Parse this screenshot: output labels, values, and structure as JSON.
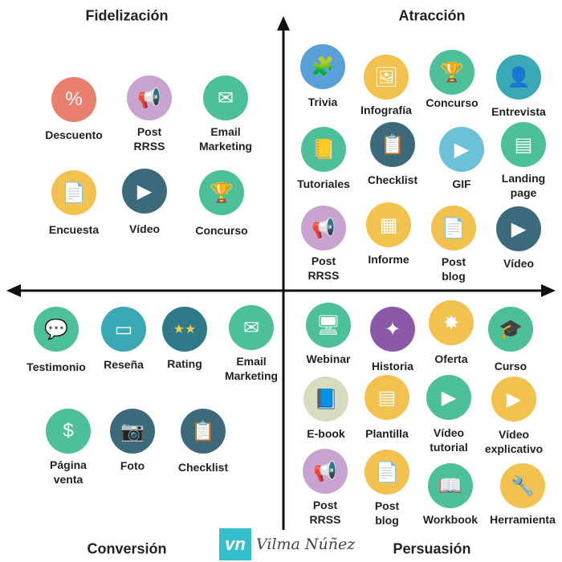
{
  "quadrants": {
    "top_left": "Fidelización",
    "top_right": "Atracción",
    "bottom_left": "Conversión",
    "bottom_right": "Persuasión"
  },
  "brand": {
    "mark": "vn",
    "name": "Vilma Núñez"
  },
  "items": [
    {
      "label": "Descuento",
      "icon": "discount-tag-icon",
      "color": "#e8806d"
    },
    {
      "label": "Post\nRRSS",
      "icon": "megaphone-icon",
      "color": "#c9a3d0"
    },
    {
      "label": "Email\nMarketing",
      "icon": "envelope-icon",
      "color": "#4dbf9a"
    },
    {
      "label": "Encuesta",
      "icon": "survey-document-icon",
      "color": "#f2c14e"
    },
    {
      "label": "Vídeo",
      "icon": "play-icon",
      "color": "#3d6a7a"
    },
    {
      "label": "Concurso",
      "icon": "trophy-icon",
      "color": "#4dbf9a"
    },
    {
      "label": "Trivia",
      "icon": "puzzle-icon",
      "color": "#5aa0d8"
    },
    {
      "label": "Infografía",
      "icon": "infographic-icon",
      "color": "#f2c14e"
    },
    {
      "label": "Concurso",
      "icon": "trophy-icon",
      "color": "#4dbf9a"
    },
    {
      "label": "Entrevista",
      "icon": "interview-icon",
      "color": "#3aa9b5"
    },
    {
      "label": "Tutoriales",
      "icon": "notebook-icon",
      "color": "#4dbf9a"
    },
    {
      "label": "Checklist",
      "icon": "clipboard-icon",
      "color": "#3d6a7a"
    },
    {
      "label": "GIF",
      "icon": "image-play-icon",
      "color": "#6cc0d8"
    },
    {
      "label": "Landing\npage",
      "icon": "landing-page-icon",
      "color": "#4dbf9a"
    },
    {
      "label": "Post\nRRSS",
      "icon": "megaphone-icon",
      "color": "#c9a3d0"
    },
    {
      "label": "Informe",
      "icon": "spreadsheet-icon",
      "color": "#f2c14e"
    },
    {
      "label": "Post\nblog",
      "icon": "blog-document-icon",
      "color": "#f2c14e"
    },
    {
      "label": "Vídeo",
      "icon": "play-icon",
      "color": "#3d6a7a"
    },
    {
      "label": "Testimonio",
      "icon": "person-speech-icon",
      "color": "#4dbf9a"
    },
    {
      "label": "Reseña",
      "icon": "review-card-icon",
      "color": "#3aa9b5"
    },
    {
      "label": "Rating",
      "icon": "stars-icon",
      "color": "#2f7a8a"
    },
    {
      "label": "Email\nMarketing",
      "icon": "envelope-icon",
      "color": "#4dbf9a"
    },
    {
      "label": "Página\nventa",
      "icon": "sales-page-icon",
      "color": "#4dbf9a"
    },
    {
      "label": "Foto",
      "icon": "camera-photo-icon",
      "color": "#3d6a7a"
    },
    {
      "label": "Checklist",
      "icon": "clipboard-icon",
      "color": "#3d6a7a"
    },
    {
      "label": "Webinar",
      "icon": "monitor-icon",
      "color": "#4dbf9a"
    },
    {
      "label": "Historia",
      "icon": "magic-wand-icon",
      "color": "#8a5aa8"
    },
    {
      "label": "Oferta",
      "icon": "offer-burst-icon",
      "color": "#f2c14e"
    },
    {
      "label": "Curso",
      "icon": "graduation-cap-icon",
      "color": "#4dbf9a"
    },
    {
      "label": "E-book",
      "icon": "ebook-icon",
      "color": "#d9dbc0"
    },
    {
      "label": "Plantilla",
      "icon": "template-icon",
      "color": "#f2c14e"
    },
    {
      "label": "Vídeo\ntutorial",
      "icon": "video-tutorial-icon",
      "color": "#4dbf9a"
    },
    {
      "label": "Vídeo\nexplicativo",
      "icon": "video-player-icon",
      "color": "#f2c14e"
    },
    {
      "label": "Post\nRRSS",
      "icon": "megaphone-icon",
      "color": "#c9a3d0"
    },
    {
      "label": "Post\nblog",
      "icon": "blog-document-icon",
      "color": "#f2c14e"
    },
    {
      "label": "Workbook",
      "icon": "open-book-icon",
      "color": "#4dbf9a"
    },
    {
      "label": "Herramienta",
      "icon": "tools-icon",
      "color": "#f2c14e"
    }
  ]
}
